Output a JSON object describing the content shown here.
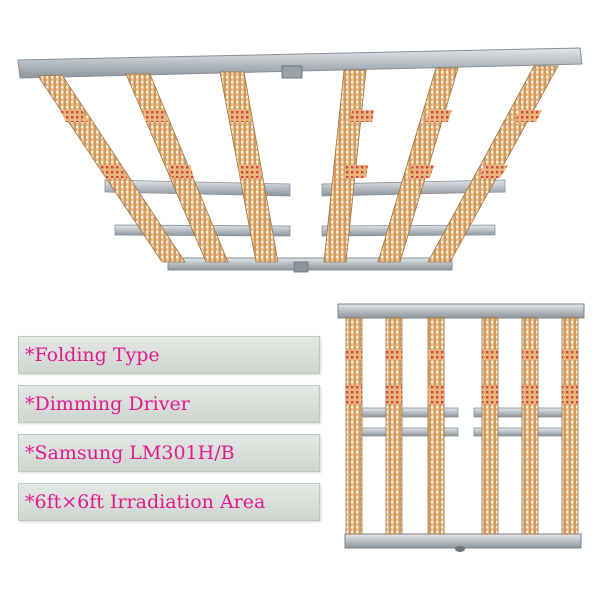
{
  "features": [
    {
      "text": "*Folding Type"
    },
    {
      "text": "*Dimming Driver"
    },
    {
      "text": "*Samsung LM301H/B"
    },
    {
      "text": "*6ft×6ft Irradiation Area"
    }
  ],
  "colors": {
    "feature_text": "#e6198f",
    "label_background": "#dce1dc",
    "frame_silver": "#b9c0c6",
    "led_strip": "#e8b57c",
    "led_red": "#d8443c"
  }
}
